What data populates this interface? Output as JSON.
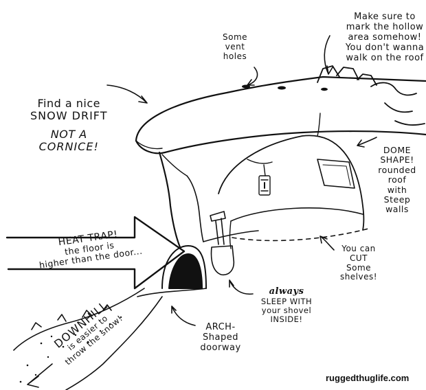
{
  "annotations": {
    "find_drift": [
      "Find a nice",
      "SNOW DRIFT",
      "NOT A",
      "CORNICE!"
    ],
    "vent_holes": [
      "Some",
      "vent",
      "holes"
    ],
    "mark_hollow": [
      "Make sure to",
      "mark the hollow",
      "area somehow!",
      "You don't wanna",
      "walk on the roof"
    ],
    "dome_shape": [
      "DOME",
      "SHAPE!",
      "rounded",
      "roof",
      "with",
      "Steep",
      "walls"
    ],
    "heat_trap": [
      "HEAT TRAP!",
      "the floor is",
      "higher than the door..."
    ],
    "shelves": [
      "You can",
      "CUT",
      "Some",
      "shelves!"
    ],
    "shovel": [
      "always",
      "SLEEP WITH",
      "your shovel",
      "INSIDE!"
    ],
    "doorway": [
      "ARCH-",
      "Shaped",
      "doorway"
    ],
    "downhill": [
      "DOWNHILL",
      "is easier to",
      "throw the snow!"
    ]
  },
  "watermark": "ruggedthuglife.com",
  "colors": {
    "ink": "#111111",
    "paper": "#ffffff"
  }
}
